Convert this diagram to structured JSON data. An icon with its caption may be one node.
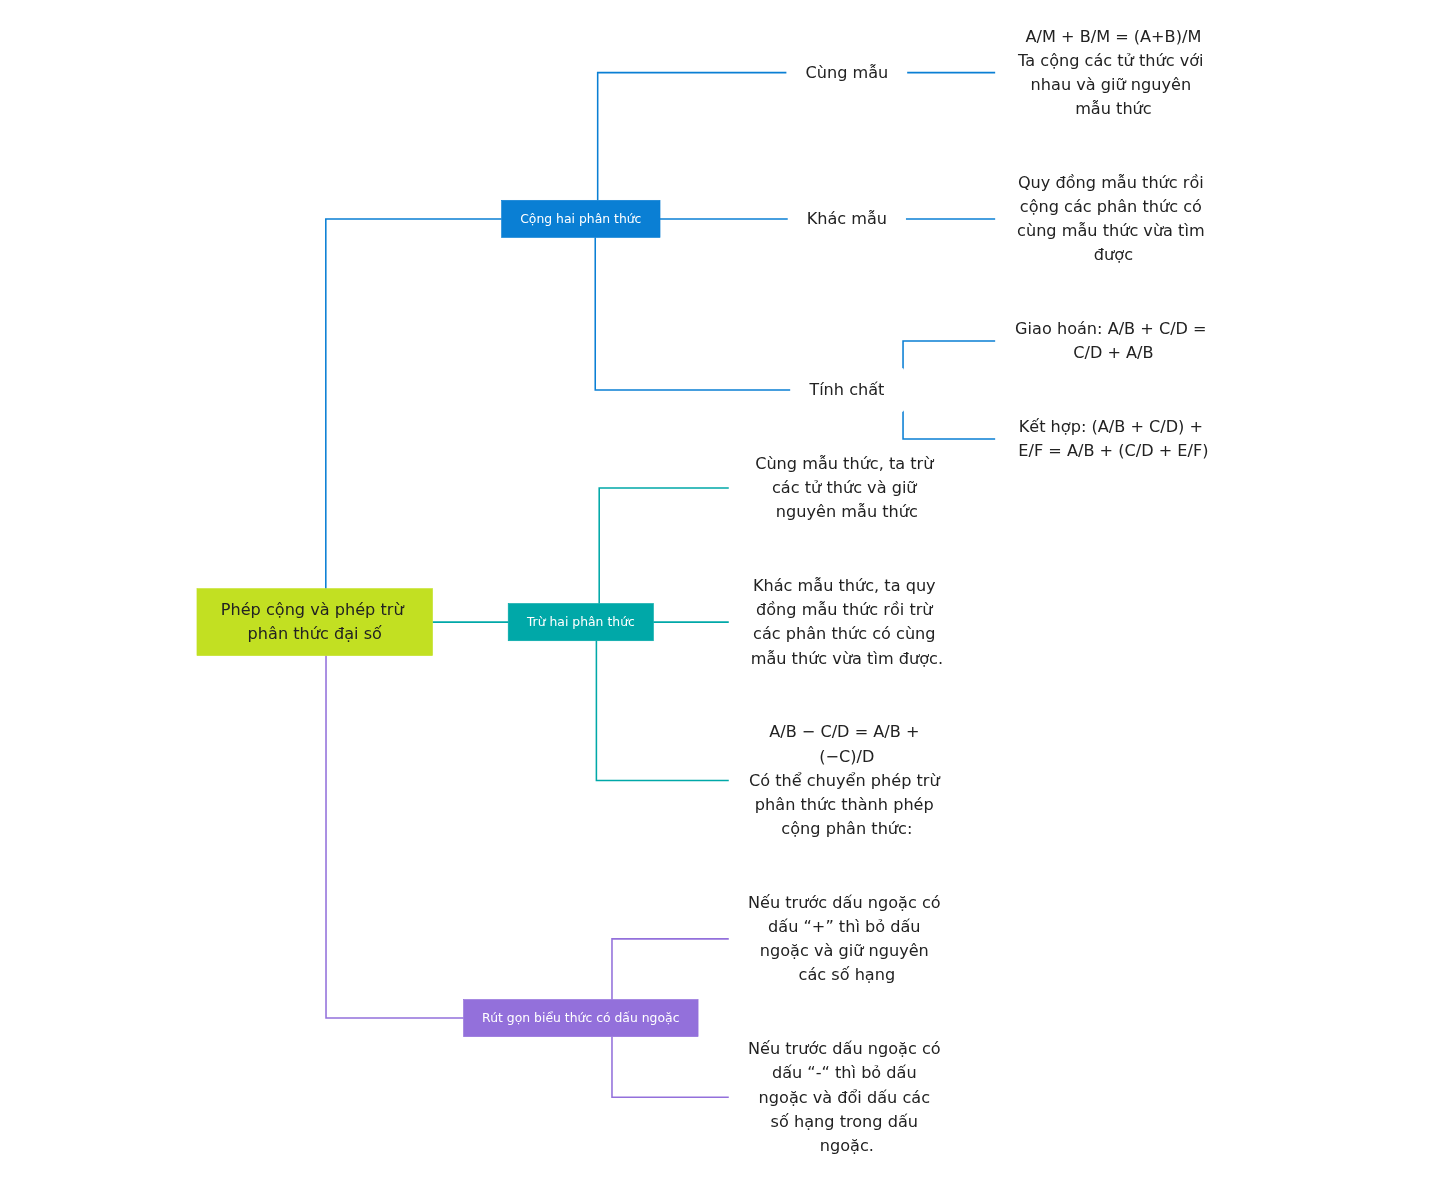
{
  "diagram": {
    "nodes": [
      {
        "text": [
          "Phép cộng và phép trừ phân thức đại số"
        ]
      },
      {
        "text": [
          "Cộng hai phân thức"
        ]
      },
      {
        "text": [
          "Cùng mẫu"
        ]
      },
      {
        "text": [
          "A/M + B/M = (A+B)/M",
          "Ta cộng các tử thức với nhau và giữ nguyên mẫu thức"
        ]
      },
      {
        "text": [
          "Khác mẫu"
        ]
      },
      {
        "text": [
          "Quy đồng mẫu thức rồi cộng các phân thức có cùng mẫu thức vừa tìm được"
        ]
      },
      {
        "text": [
          "Tính chất"
        ]
      },
      {
        "text": [
          "Giao hoán: A/B + C/D = C/D + A/B"
        ]
      },
      {
        "text": [
          "Kết hợp: (A/B + C/D) + E/F = A/B + (C/D + E/F)"
        ]
      },
      {
        "text": [
          "Trừ hai phân thức"
        ]
      },
      {
        "text": [
          "Cùng mẫu thức, ta trừ các tử thức và giữ nguyên mẫu thức"
        ]
      },
      {
        "text": [
          "Khác mẫu thức, ta quy đồng mẫu thức rồi trừ các phân thức có cùng mẫu thức vừa tìm được."
        ]
      },
      {
        "text": [
          "A/B − C/D = A/B + (−C)/D",
          "Có thể chuyển phép trừ phân thức thành phép cộng phân thức:"
        ]
      },
      {
        "text": [
          "Rút gọn biểu thức có dấu ngoặc"
        ]
      },
      {
        "text": [
          "Nếu trước dấu ngoặc có dấu “+” thì bỏ dấu ngoặc và giữ nguyên các số hạng"
        ]
      },
      {
        "text": [
          "Nếu trước dấu ngoặc có dấu “-“ thì bỏ dấu ngoặc và đổi dấu các số hạng trong dấu ngoặc."
        ]
      }
    ],
    "edges": [
      {
        "from": 0,
        "to": 1,
        "arrow": "none"
      },
      {
        "from": 1,
        "to": 2,
        "arrow": "none"
      },
      {
        "from": 2,
        "to": 3,
        "arrow": "none"
      },
      {
        "from": 1,
        "to": 4,
        "arrow": "none"
      },
      {
        "from": 4,
        "to": 5,
        "arrow": "none"
      },
      {
        "from": 1,
        "to": 6,
        "arrow": "none"
      },
      {
        "from": 6,
        "to": 7,
        "arrow": "none"
      },
      {
        "from": 6,
        "to": 8,
        "arrow": "none"
      },
      {
        "from": 0,
        "to": 9,
        "arrow": "none",
        "color": "#00a8a8"
      },
      {
        "from": 9,
        "to": 10,
        "arrow": "none",
        "color": "#00a8a8"
      },
      {
        "from": 9,
        "to": 11,
        "arrow": "none",
        "color": "#00a8a8"
      },
      {
        "from": 9,
        "to": 12,
        "arrow": "none",
        "color": "#00a8a8"
      },
      {
        "from": 0,
        "to": 13,
        "arrow": "none",
        "color": "#9370db"
      },
      {
        "from": 13,
        "to": 14,
        "arrow": "none",
        "color": "#9370db"
      },
      {
        "from": 13,
        "to": 15,
        "arrow": "none",
        "color": "#9370db"
      }
    ]
  }
}
